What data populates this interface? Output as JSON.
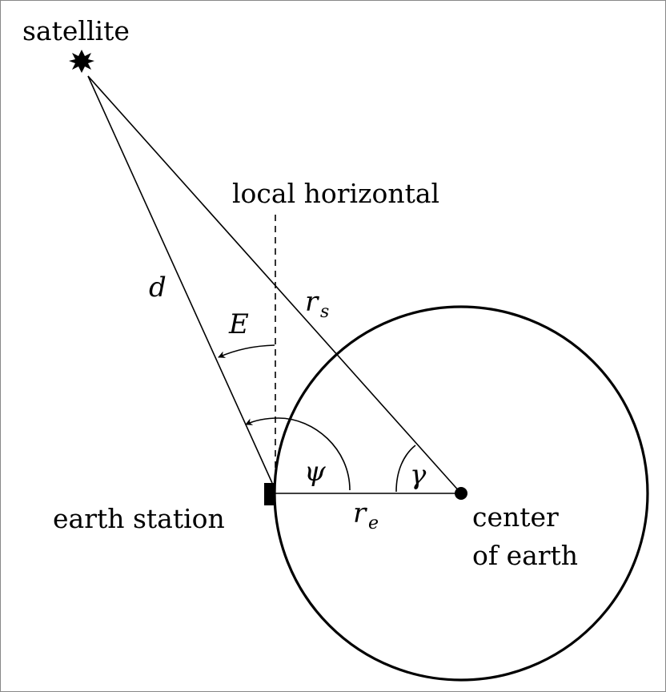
{
  "labels": {
    "satellite": "satellite",
    "local_horizontal": "local horizontal",
    "earth_station": "earth station",
    "center_line1": "center",
    "center_line2": "of earth",
    "d": "d",
    "E": "E",
    "psi": "ψ",
    "gamma": "γ",
    "r_s_base": "r",
    "r_s_sub": "s",
    "r_e_base": "r",
    "r_e_sub": "e"
  },
  "colors": {
    "line": "#000000",
    "background": "#ffffff",
    "frame": "#888888"
  }
}
